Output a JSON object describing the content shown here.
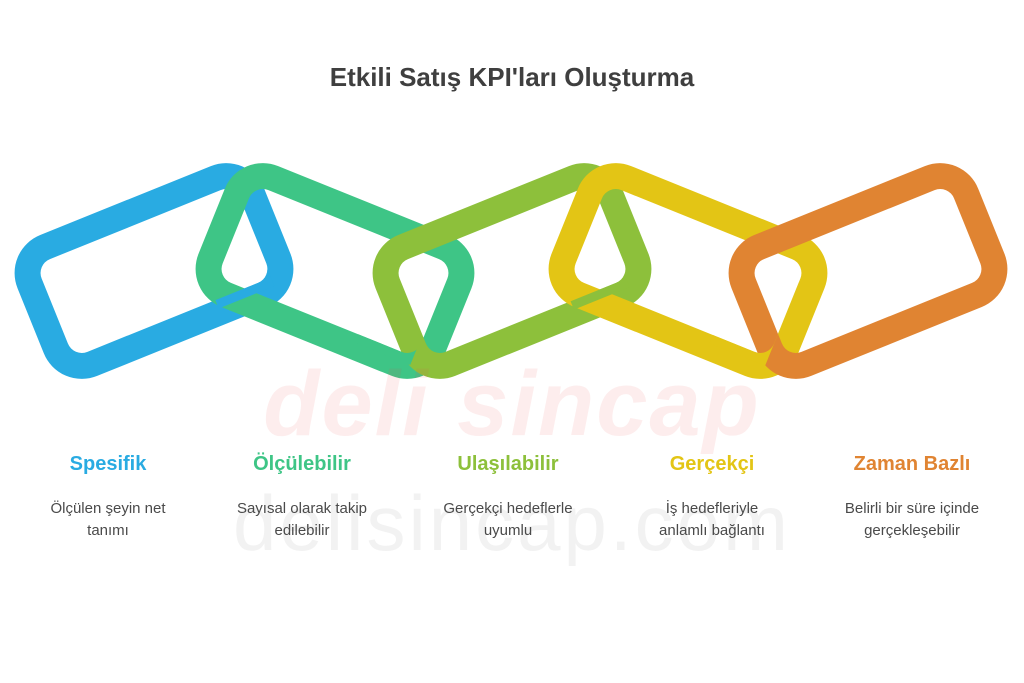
{
  "title": "Etkili Satış KPI'ları Oluşturma",
  "watermark": {
    "logo": "deli sincap",
    "url": "delisincap.com"
  },
  "links": [
    {
      "label": "Spesifik",
      "description": "Ölçülen şeyin net tanımı",
      "color": "#29ABE2",
      "icon": "chain-link"
    },
    {
      "label": "Ölçülebilir",
      "description": "Sayısal olarak takip edilebilir",
      "color": "#3EC586",
      "icon": "chain-link"
    },
    {
      "label": "Ulaşılabilir",
      "description": "Gerçekçi hedeflerle uyumlu",
      "color": "#8DC03B",
      "icon": "chain-link"
    },
    {
      "label": "Gerçekçi",
      "description": "İş hedefleriyle anlamlı bağlantı",
      "color": "#E3C515",
      "icon": "chain-link"
    },
    {
      "label": "Zaman Bazlı",
      "description": "Belirli bir süre içinde gerçekleşebilir",
      "color": "#E08432",
      "icon": "chain-link"
    }
  ]
}
